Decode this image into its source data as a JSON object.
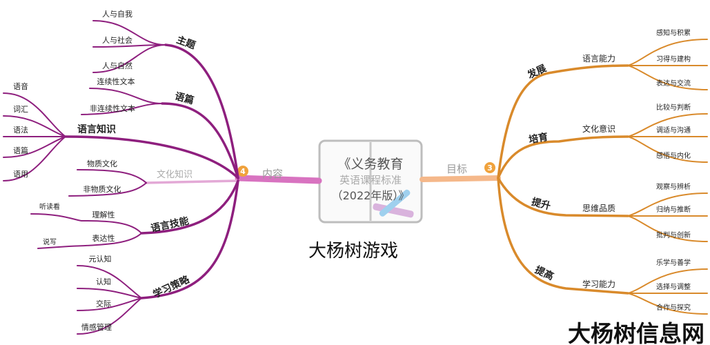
{
  "center": {
    "title_line1": "《义务教育",
    "title_line2": "英语课程标准",
    "title_line3": "（2022年版）》",
    "icon": "book-pencil-icon"
  },
  "watermark": {
    "center": "大杨树游戏",
    "corner": "大杨树信息网"
  },
  "colors": {
    "content_branch": "#8e1f7e",
    "content_light": "#e3a9d6",
    "goal_branch": "#d98a2b",
    "goal_light": "#f5b88a",
    "badge": "#f0a23c"
  },
  "left": {
    "badge": "4",
    "label": "内容",
    "branches": [
      {
        "label": "主题",
        "children": [
          "人与自我",
          "人与社会",
          "人与自然"
        ]
      },
      {
        "label": "语篇",
        "children": [
          "连续性文本",
          "非连续性文本"
        ]
      },
      {
        "label": "语言知识",
        "children": [
          "语音",
          "词汇",
          "语法",
          "语篇",
          "语用"
        ]
      },
      {
        "label": "文化知识",
        "children": [
          "物质文化",
          "非物质文化"
        ]
      },
      {
        "label": "语言技能",
        "children": [
          {
            "label": "理解性",
            "children": [
              "听读看"
            ]
          },
          {
            "label": "表达性",
            "children": [
              "说写"
            ]
          }
        ]
      },
      {
        "label": "学习策略",
        "children": [
          "元认知",
          "认知",
          "交际",
          "情感管理"
        ]
      }
    ]
  },
  "right": {
    "badge": "3",
    "label": "目标",
    "branches": [
      {
        "label": "发展",
        "sub": "语言能力",
        "children": [
          "感知与积累",
          "习得与建构",
          "表达与交流"
        ]
      },
      {
        "label": "培育",
        "sub": "文化意识",
        "children": [
          "比较与判断",
          "调适与沟通",
          "感悟与内化"
        ]
      },
      {
        "label": "提升",
        "sub": "思维品质",
        "children": [
          "观察与辨析",
          "归纳与推断",
          "批判与创新"
        ]
      },
      {
        "label": "提高",
        "sub": "学习能力",
        "children": [
          "乐学与善学",
          "选择与调整",
          "合作与探究"
        ]
      }
    ]
  }
}
